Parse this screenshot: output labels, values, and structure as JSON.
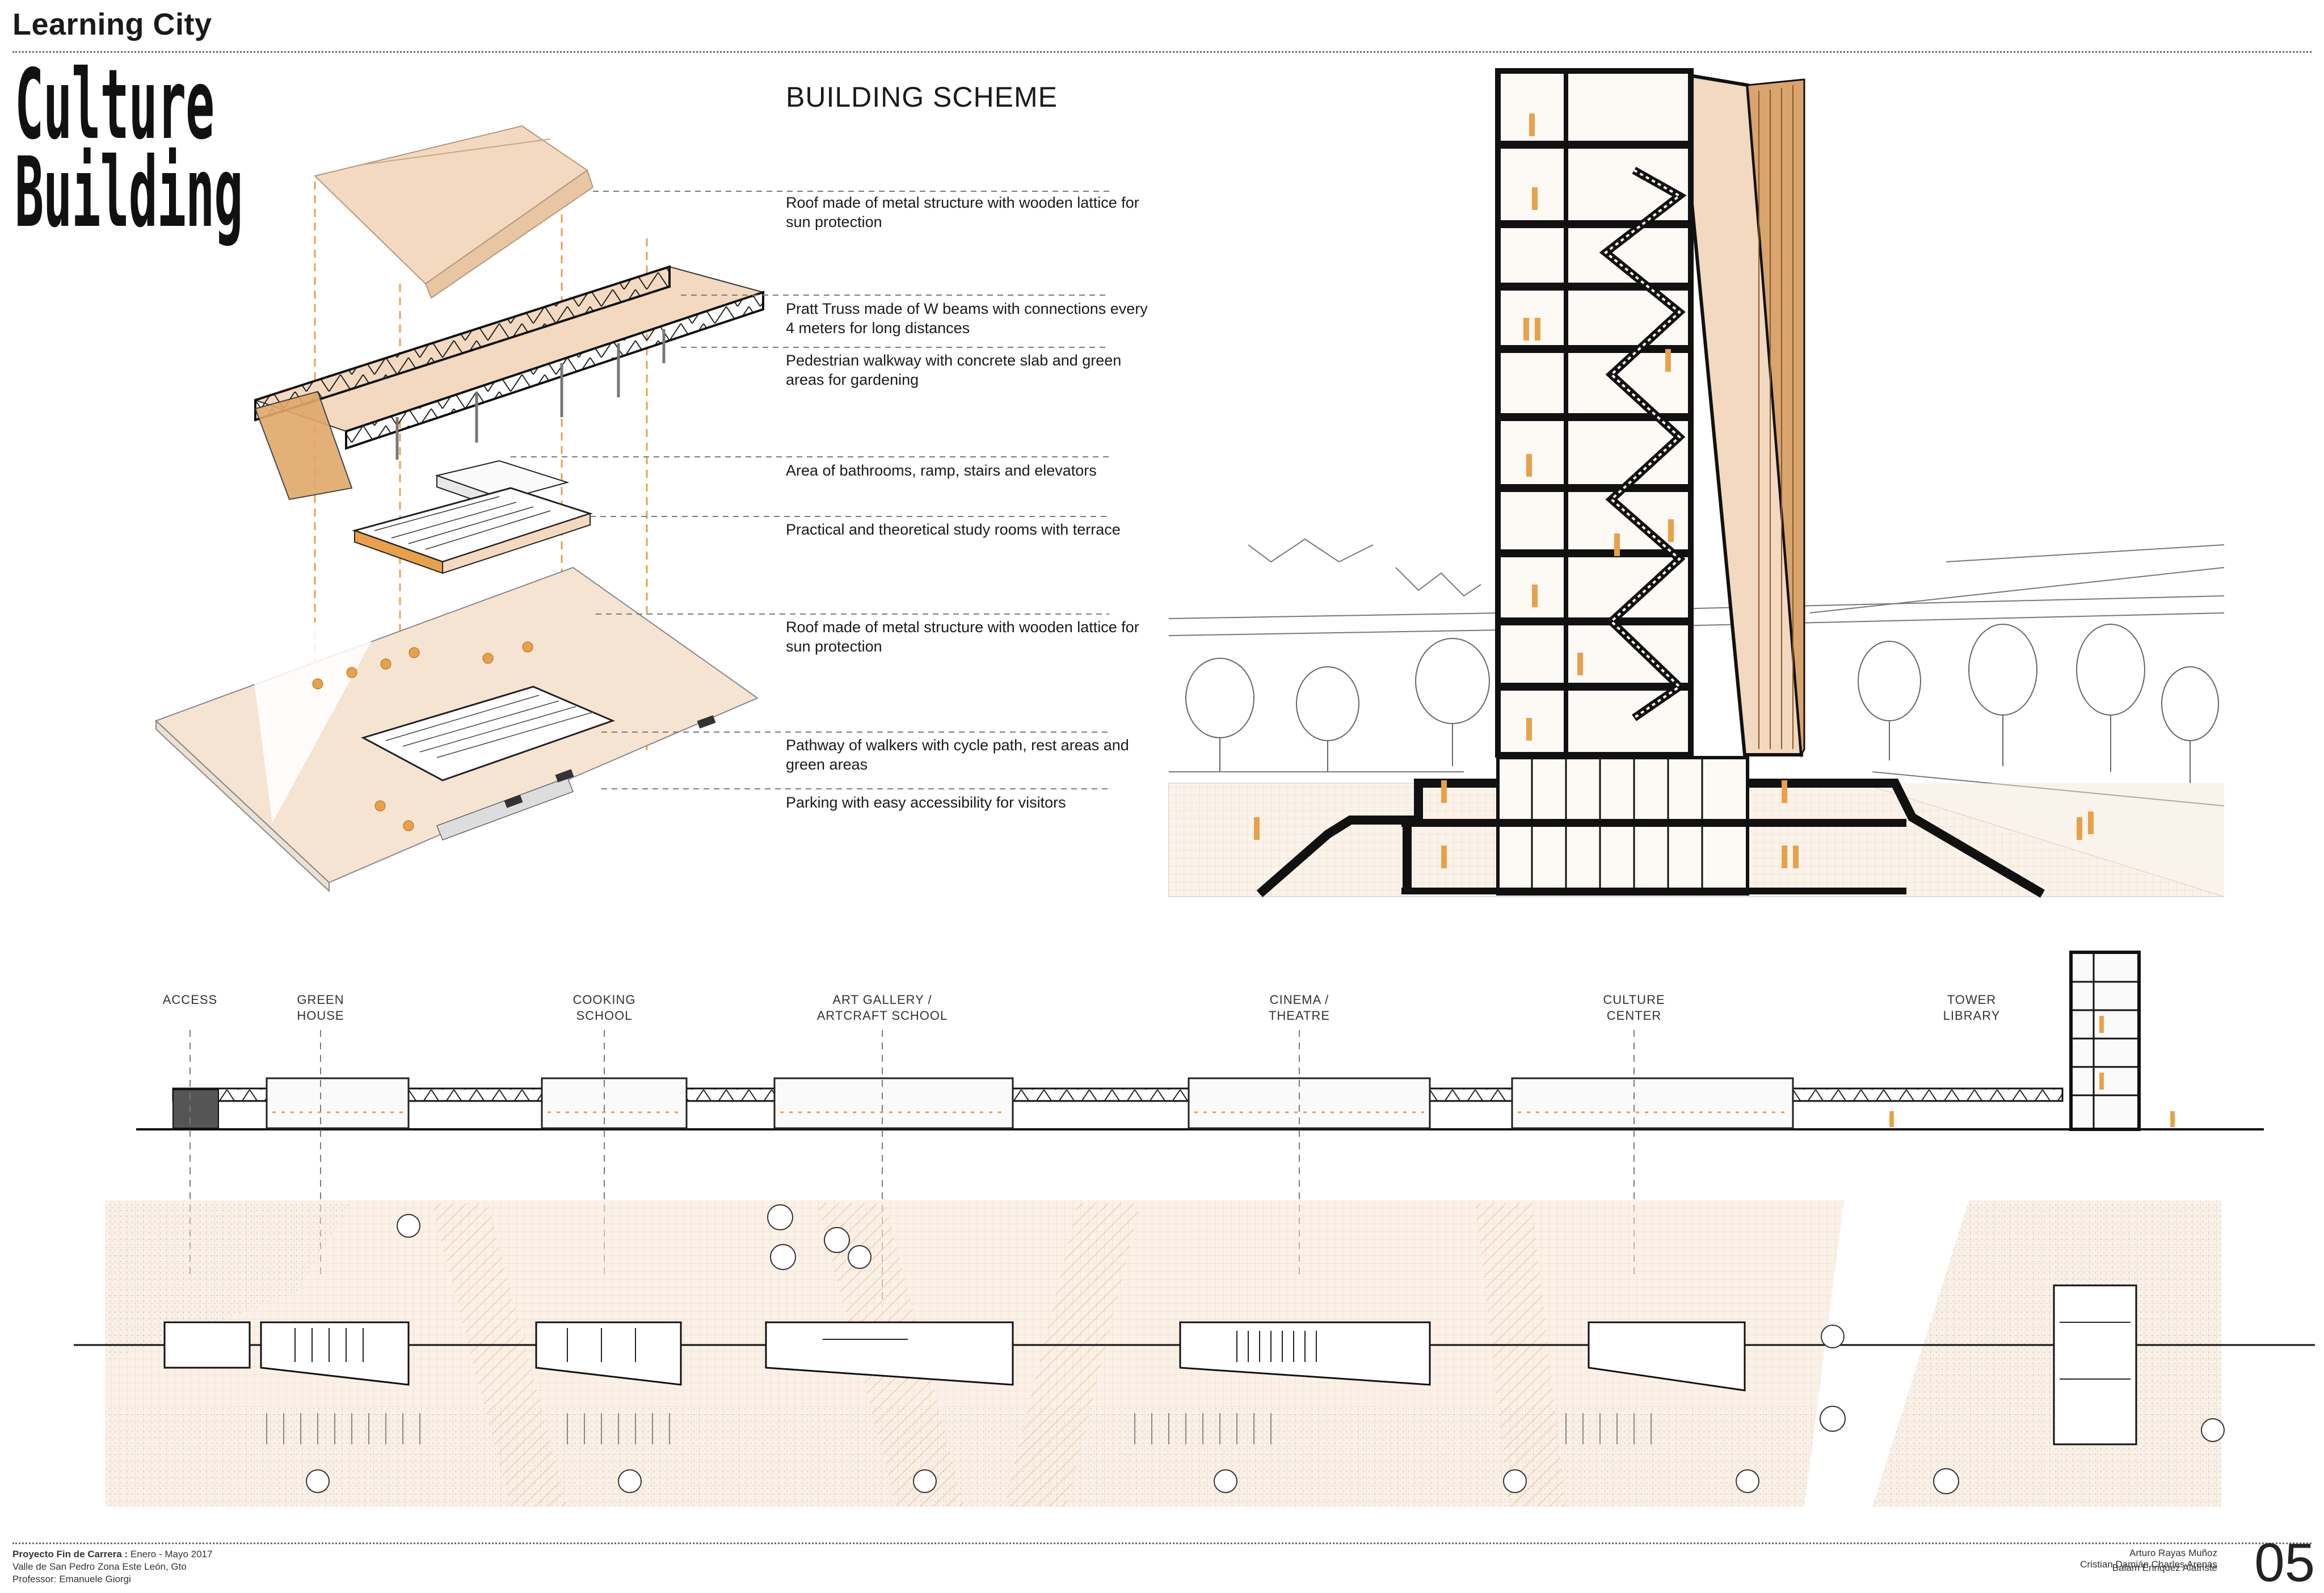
{
  "header": {
    "title": "Learning City"
  },
  "title": {
    "line1": "Culture",
    "line2": "Building"
  },
  "scheme": {
    "heading": "BUILDING SCHEME",
    "annotations": [
      {
        "text": "Roof made of metal structure with wooden lattice for sun protection"
      },
      {
        "text": "Pratt Truss made of W beams with connections every 4 meters for long distances"
      },
      {
        "text": "Pedestrian walkway with concrete slab and green areas for gardening"
      },
      {
        "text": "Area of bathrooms, ramp, stairs and elevators"
      },
      {
        "text": "Practical and theoretical study rooms with terrace"
      },
      {
        "text": "Roof made of metal structure with wooden lattice for sun protection"
      },
      {
        "text": "Pathway of walkers with cycle path, rest areas and green areas"
      },
      {
        "text": "Parking with easy accessibility for visitors"
      }
    ]
  },
  "zones": [
    {
      "line1": "ACCESS",
      "line2": ""
    },
    {
      "line1": "GREEN",
      "line2": "HOUSE"
    },
    {
      "line1": "COOKING",
      "line2": "SCHOOL"
    },
    {
      "line1": "ART GALLERY /",
      "line2": "ARTCRAFT SCHOOL"
    },
    {
      "line1": "CINEMA /",
      "line2": "THEATRE"
    },
    {
      "line1": "CULTURE",
      "line2": "CENTER"
    },
    {
      "line1": "TOWER",
      "line2": "LIBRARY"
    }
  ],
  "footer": {
    "project_label": "Proyecto Fin de Carrera :",
    "project_dates": "Enero - Mayo 2017",
    "location": "Valle de San Pedro Zona Este León, Gto",
    "professor": "Professor: Emanuele Giorgi",
    "authors": [
      "Arturo Rayas Muñoz",
      "Cristian Damián Charles Arenas",
      "Balam Enriquez Alatriste"
    ],
    "page": "05"
  },
  "colors": {
    "accent": "#e8a14a",
    "wood": "#f2d9bf",
    "structure": "#111111",
    "grid": "#f0c9a0"
  }
}
